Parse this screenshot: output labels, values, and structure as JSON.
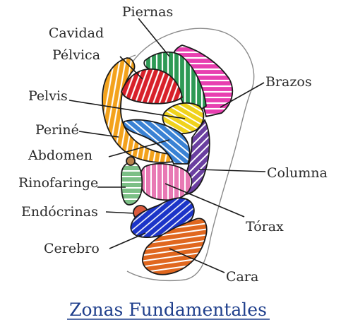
{
  "title": "Zonas Fundamentales",
  "labels": {
    "piernas": "Piernas",
    "cavidad_1": "Cavidad",
    "cavidad_2": "Pélvica",
    "pelvis": "Pelvis",
    "perine": "Periné",
    "abdomen": "Abdomen",
    "rinofaringe": "Rinofaringe",
    "endocrinas": "Endócrinas",
    "cerebro": "Cerebro",
    "brazos": "Brazos",
    "columna": "Columna",
    "torax": "Tórax",
    "cara": "Cara"
  },
  "colors": {
    "piernas": "#2e9a55",
    "cavidad_pelvica": "#d8202a",
    "brazos": "#e83fb0",
    "pelvis": "#f0d21c",
    "perine": "#f3a21c",
    "abdomen": "#3a82d4",
    "columna": "#6a3fa0",
    "torax": "#e879b4",
    "rinofaringe": "#7cbf86",
    "endocrinas": "#d95a3c",
    "cerebro": "#1c34c8",
    "cara": "#e0671f",
    "title": "#1f3f8c"
  }
}
